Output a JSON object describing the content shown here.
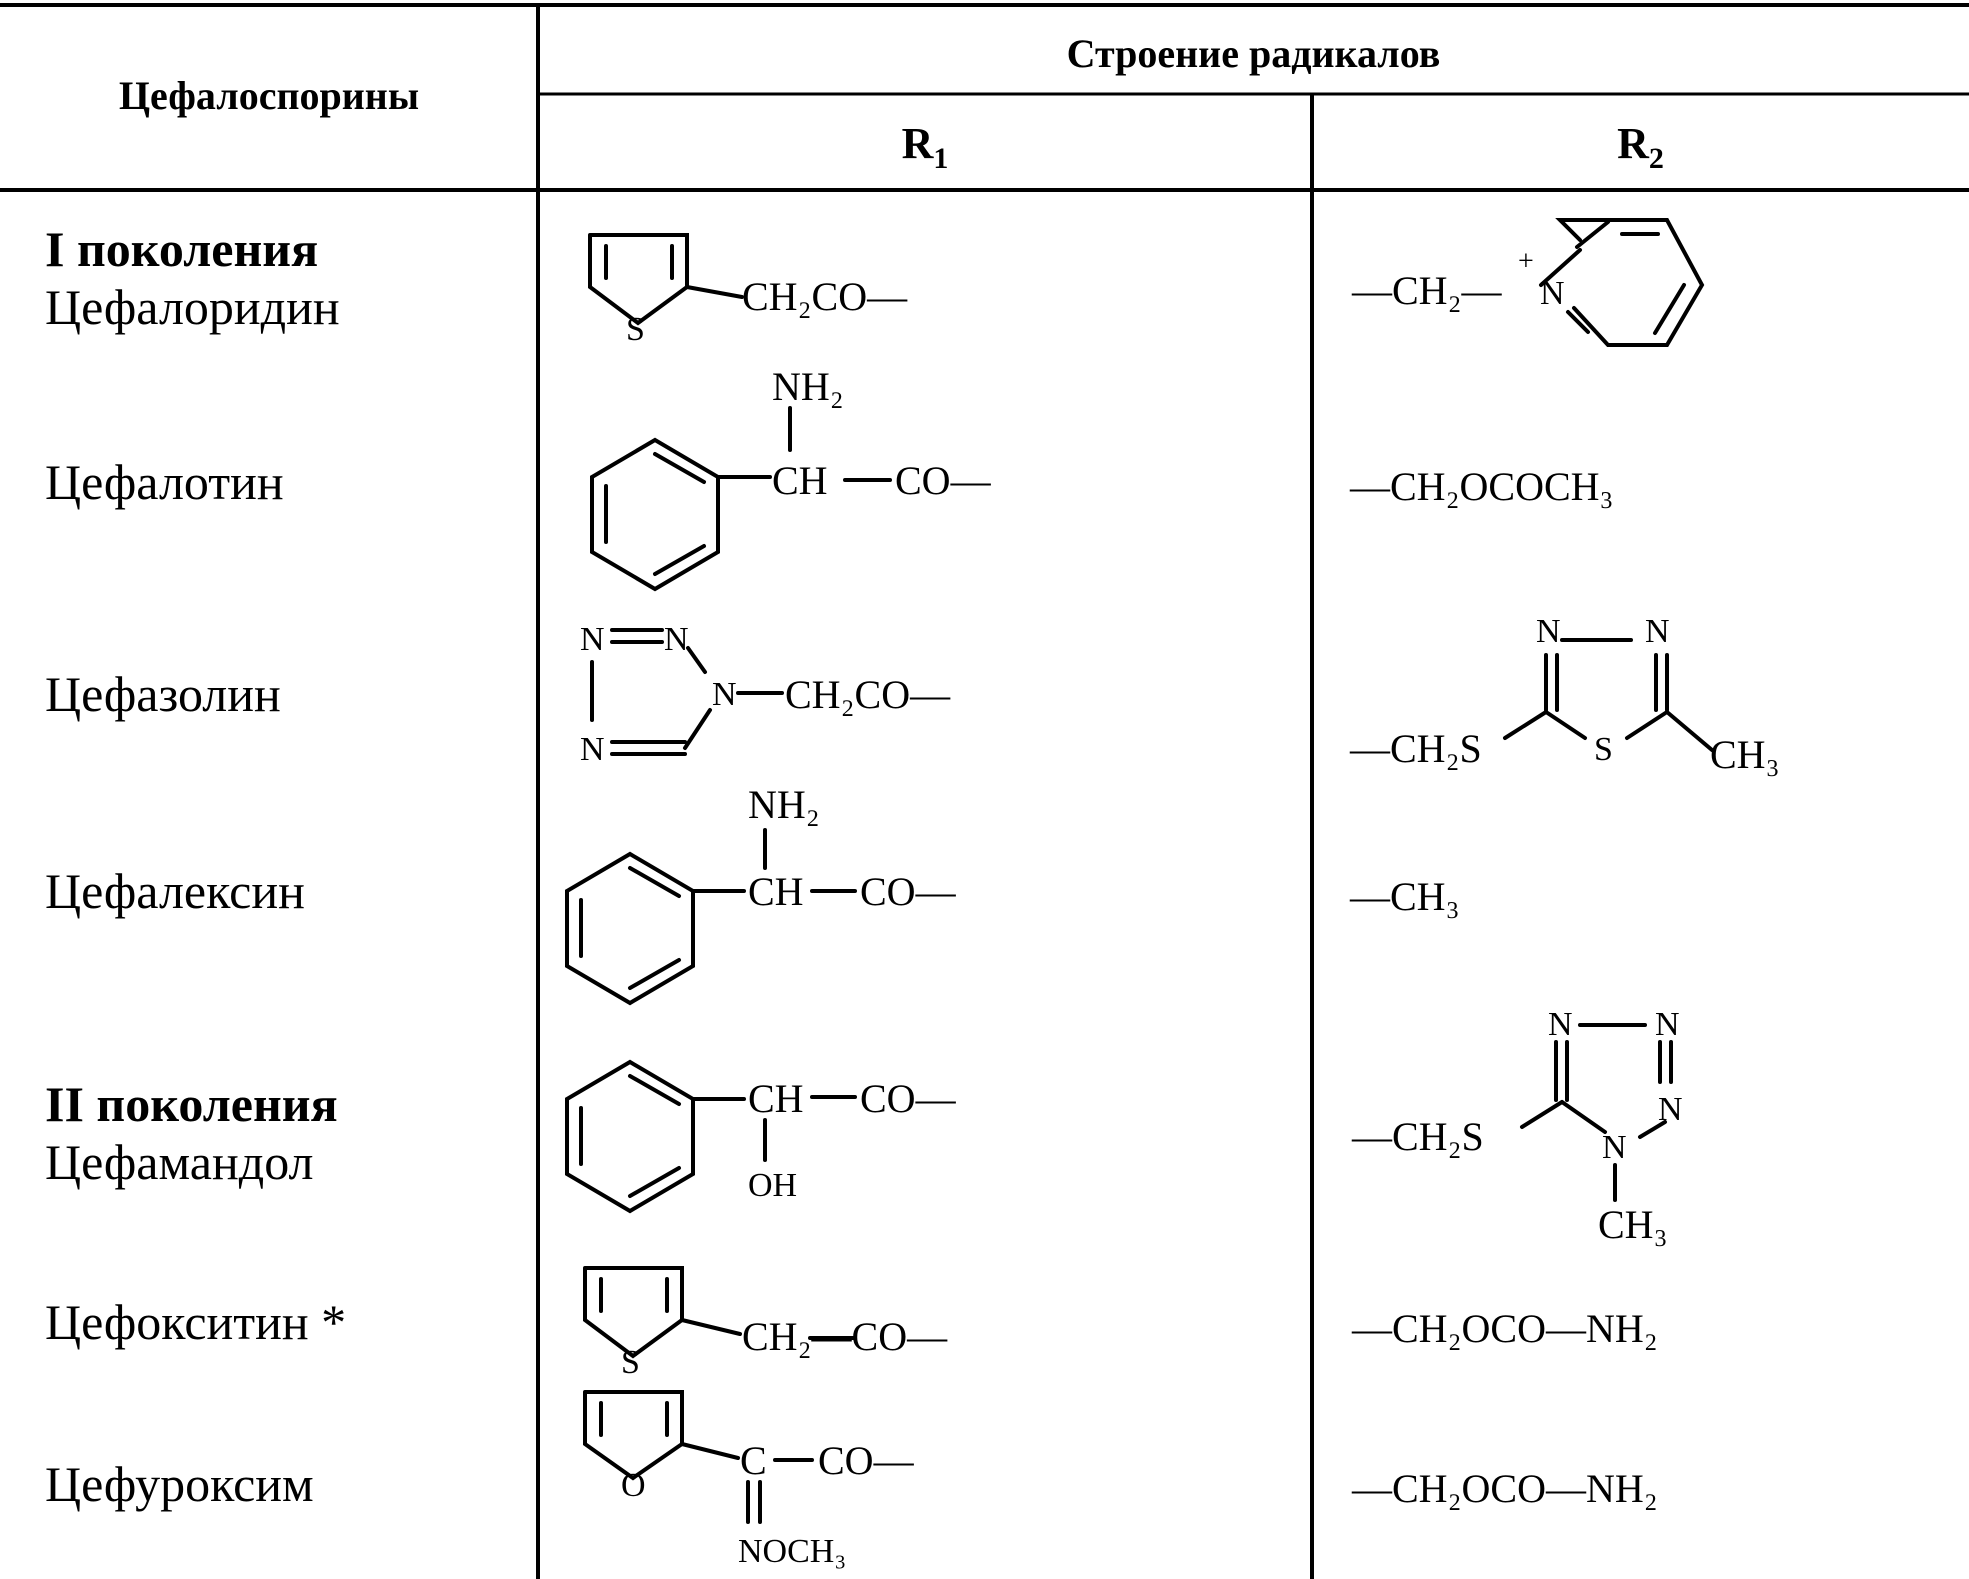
{
  "header": {
    "col_cephalosporins": "Цефалоспорины",
    "col_group": "Строение радикалов",
    "col_r1": "R",
    "col_r1_sub": "1",
    "col_r2": "R",
    "col_r2_sub": "2"
  },
  "rows": [
    {
      "generation": "I поколения",
      "name": "Цефалоридин"
    },
    {
      "name": "Цефалотин"
    },
    {
      "name": "Цефазолин"
    },
    {
      "name": "Цефалексин"
    },
    {
      "generation": "II поколения",
      "name": "Цефамандол"
    },
    {
      "name": "Цефокситин *"
    },
    {
      "name": "Цефуроксим"
    }
  ],
  "labels": {
    "r1_cephaloridine": "CH₂CO—",
    "s1": "S",
    "nh2_a": "NH₂",
    "ch_a": "CH",
    "co_a": "CO—",
    "n1": "N",
    "n2": "N",
    "n3": "N",
    "n4": "N",
    "r1_cefazolin": "CH₂CO—",
    "nh2_b": "NH₂",
    "ch_b": "CH",
    "co_b": "CO—",
    "ch_c": "CH",
    "co_c": "CO—",
    "oh": "OH",
    "s2": "S",
    "r1_cefoxitin": "CH₂—CO—",
    "o1": "O",
    "c1": "C",
    "co_d": "CO—",
    "noch3": "NOCH₃",
    "r2_cephaloridine_ch2": "—CH₂—",
    "n_plus": "N",
    "plus": "+",
    "r2_cephalothin": "—CH₂OCOCH₃",
    "r2_cefazolin_ch2s": "—CH₂S",
    "t_n1": "N",
    "t_n2": "N",
    "t_s": "S",
    "t_ch3": "CH₃",
    "r2_cephalexin": "—CH₃",
    "r2_cefamandole_ch2s": "—CH₂S",
    "tz_n1": "N",
    "tz_n2": "N",
    "tz_n3": "N",
    "tz_n4": "N",
    "tz_ch3": "CH₃",
    "r2_cefoxitin": "—CH₂OCO—NH₂",
    "r2_cefuroxime": "—CH₂OCO—NH₂"
  }
}
